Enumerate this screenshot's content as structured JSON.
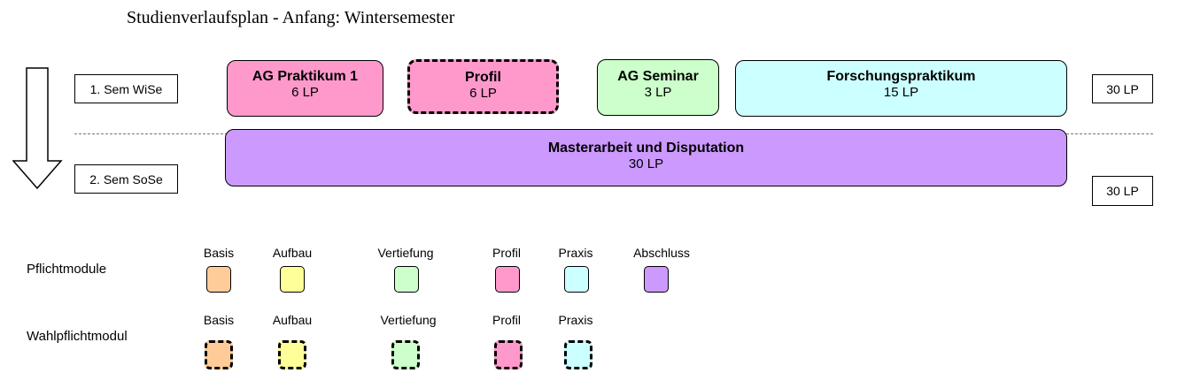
{
  "title": "Studienverlaufsplan - Anfang: Wintersemester",
  "semesters": [
    {
      "label": "1. Sem WiSe",
      "lp": "30 LP"
    },
    {
      "label": "2. Sem SoSe",
      "lp": "30 LP"
    }
  ],
  "modules": [
    {
      "name": "AG Praktikum 1",
      "lp": "6 LP",
      "category": "Profil",
      "type": "Pflichtmodul",
      "color": "#ff99cc"
    },
    {
      "name": "Profil",
      "lp": "6 LP",
      "category": "Profil",
      "type": "Wahlpflichtmodul",
      "color": "#ff99cc"
    },
    {
      "name": "AG Seminar",
      "lp": "3 LP",
      "category": "Vertiefung",
      "type": "Pflichtmodul",
      "color": "#ccffcc"
    },
    {
      "name": "Forschungspraktikum",
      "lp": "15 LP",
      "category": "Praxis",
      "type": "Pflichtmodul",
      "color": "#ccffff"
    },
    {
      "name": "Masterarbeit und Disputation",
      "lp": "30 LP",
      "category": "Abschluss",
      "type": "Pflichtmodul",
      "color": "#cc99ff"
    }
  ],
  "legend": {
    "rows": [
      {
        "label": "Pflichtmodule",
        "style": "solid",
        "items": [
          {
            "name": "Basis",
            "color": "#ffcc99"
          },
          {
            "name": "Aufbau",
            "color": "#ffff99"
          },
          {
            "name": "Vertiefung",
            "color": "#ccffcc"
          },
          {
            "name": "Profil",
            "color": "#ff99cc"
          },
          {
            "name": "Praxis",
            "color": "#ccffff"
          },
          {
            "name": "Abschluss",
            "color": "#cc99ff"
          }
        ]
      },
      {
        "label": "Wahlpflichtmodul",
        "style": "dashed",
        "items": [
          {
            "name": "Basis",
            "color": "#ffcc99"
          },
          {
            "name": "Aufbau",
            "color": "#ffff99"
          },
          {
            "name": "Vertiefung",
            "color": "#ccffcc"
          },
          {
            "name": "Profil",
            "color": "#ff99cc"
          },
          {
            "name": "Praxis",
            "color": "#ccffff"
          }
        ]
      }
    ]
  }
}
